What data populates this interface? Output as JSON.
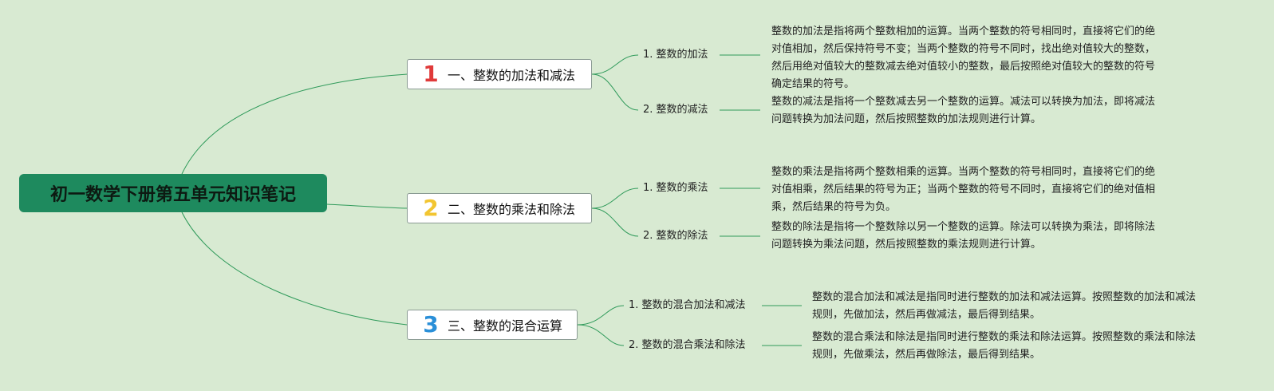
{
  "root": {
    "title": "初一数学下册第五单元知识笔记",
    "color": "#1e8a5e"
  },
  "branches": [
    {
      "number": "1",
      "number_color": "#e03a3a",
      "label": "一、整数的加法和减法",
      "items": [
        {
          "label": "1. 整数的加法",
          "desc": "整数的加法是指将两个整数相加的运算。当两个整数的符号相同时，直接将它们的绝对值相加，然后保持符号不变；当两个整数的符号不同时，找出绝对值较大的整数，然后用绝对值较大的整数减去绝对值较小的整数，最后按照绝对值较大的整数的符号确定结果的符号。"
        },
        {
          "label": "2. 整数的减法",
          "desc": "整数的减法是指将一个整数减去另一个整数的运算。减法可以转换为加法，即将减法问题转换为加法问题，然后按照整数的加法规则进行计算。"
        }
      ]
    },
    {
      "number": "2",
      "number_color": "#f2c531",
      "label": "二、整数的乘法和除法",
      "items": [
        {
          "label": "1. 整数的乘法",
          "desc": "整数的乘法是指将两个整数相乘的运算。当两个整数的符号相同时，直接将它们的绝对值相乘，然后结果的符号为正；当两个整数的符号不同时，直接将它们的绝对值相乘，然后结果的符号为负。"
        },
        {
          "label": "2. 整数的除法",
          "desc": "整数的除法是指将一个整数除以另一个整数的运算。除法可以转换为乘法，即将除法问题转换为乘法问题，然后按照整数的乘法规则进行计算。"
        }
      ]
    },
    {
      "number": "3",
      "number_color": "#2a8fd8",
      "label": "三、整数的混合运算",
      "items": [
        {
          "label": "1. 整数的混合加法和减法",
          "desc": "整数的混合加法和减法是指同时进行整数的加法和减法运算。按照整数的加法和减法规则，先做加法，然后再做减法，最后得到结果。"
        },
        {
          "label": "2. 整数的混合乘法和除法",
          "desc": "整数的混合乘法和除法是指同时进行整数的乘法和除法运算。按照整数的乘法和除法规则，先做乘法，然后再做除法，最后得到结果。"
        }
      ]
    }
  ],
  "colors": {
    "background": "#d8ead2",
    "line": "#2f9a5a"
  }
}
